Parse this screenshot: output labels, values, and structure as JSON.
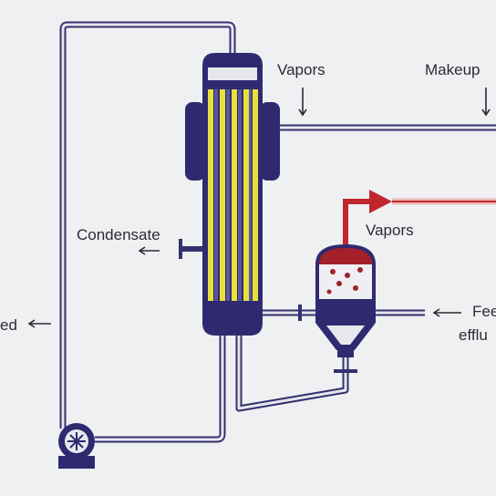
{
  "labels": {
    "vapors_top": "Vapors",
    "makeup": "Makeup",
    "condensate": "Condensate",
    "vapors_separator": "Vapors",
    "feed_line1": "Fee",
    "feed_line2": "efflu",
    "left_cut": "ed"
  },
  "colors": {
    "background": "#eff0f2",
    "pipe": "#35306c",
    "tube": "#e8e13a",
    "vapor_red": "#c0272d",
    "liquid_red": "#a3202a"
  },
  "icons": {
    "pump": "pump-icon",
    "arrows": "arrow-icon"
  }
}
